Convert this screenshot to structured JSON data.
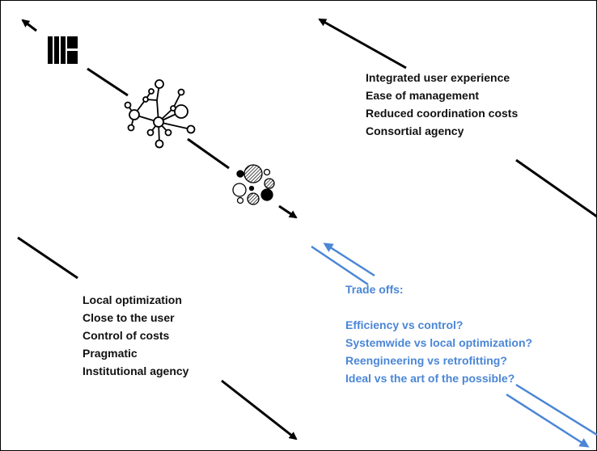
{
  "top_right": {
    "items": [
      "Integrated user experience",
      "Ease of management",
      "Reduced coordination costs",
      "Consortial agency"
    ]
  },
  "bottom_left": {
    "items": [
      "Local optimization",
      "Close to the user",
      "Control of costs",
      "Pragmatic",
      "Institutional agency"
    ]
  },
  "trade_offs": {
    "heading": "Trade offs:",
    "items": [
      "Efficiency vs control?",
      "Systemwide vs local optimization?",
      "Reengineering vs retrofitting?",
      "Ideal vs the art of the possible?"
    ]
  },
  "colors": {
    "text": "#111111",
    "accent_blue": "#4a86d6",
    "arrow": "#000000"
  },
  "icons": [
    "centralized-blocks-icon",
    "network-nodes-icon",
    "distributed-circles-icon"
  ]
}
